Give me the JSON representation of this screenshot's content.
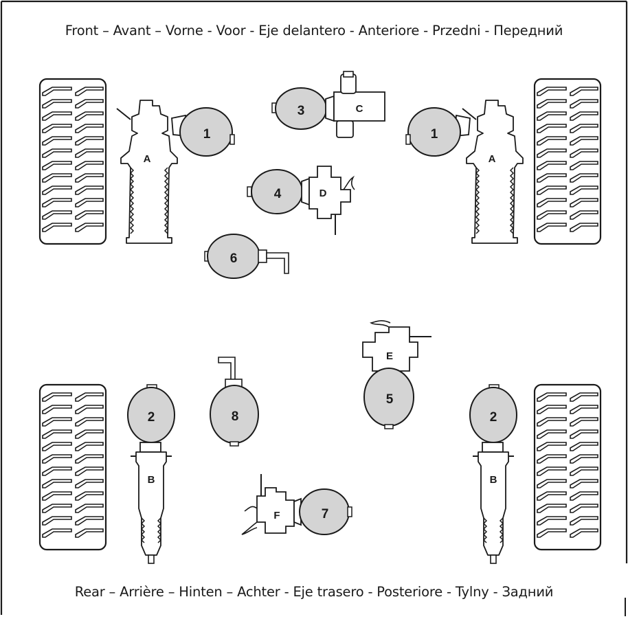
{
  "captions": {
    "front": "Front – Avant – Vorne - Voor - Eje delantero - Anteriore - Przedni - Передний",
    "rear": "Rear – Arrière – Hinten – Achter - Eje trasero - Posteriore - Tylny - Задний"
  },
  "colors": {
    "line": "#1a1a1a",
    "bulb_fill": "#d4d4d4",
    "background": "#ffffff"
  },
  "bulbs": [
    {
      "number": "1",
      "component": "A"
    },
    {
      "number": "1",
      "component": "A"
    },
    {
      "number": "2",
      "component": "B"
    },
    {
      "number": "2",
      "component": "B"
    },
    {
      "number": "3",
      "component": "C"
    },
    {
      "number": "4",
      "component": "D"
    },
    {
      "number": "5",
      "component": "E"
    },
    {
      "number": "6",
      "component": ""
    },
    {
      "number": "7",
      "component": "F"
    },
    {
      "number": "8",
      "component": ""
    }
  ]
}
